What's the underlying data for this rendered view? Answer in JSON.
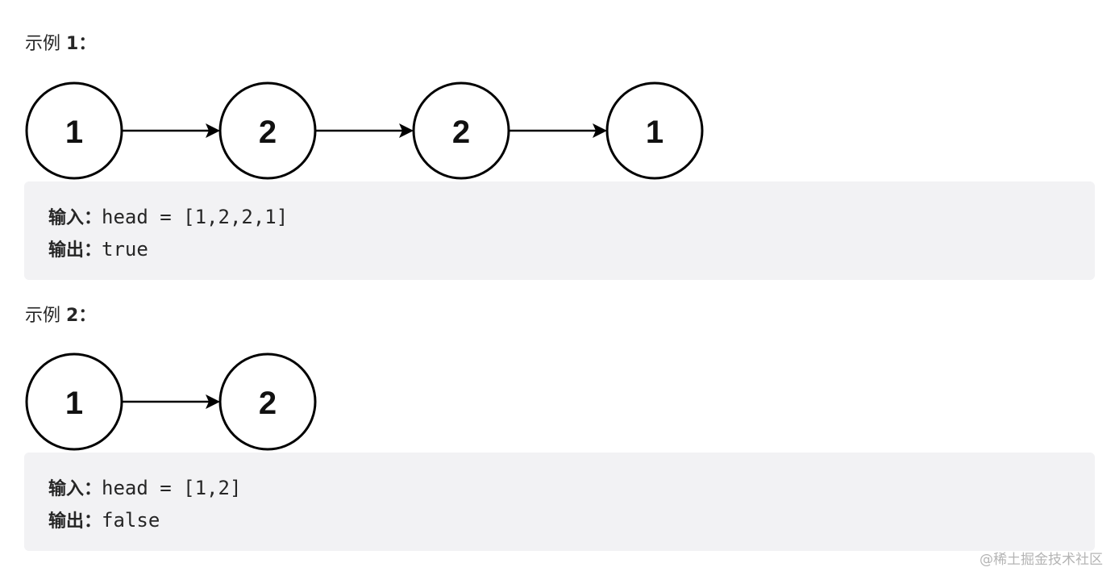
{
  "examples": [
    {
      "heading_text": "示例 ",
      "heading_number": "1：",
      "list": [
        "1",
        "2",
        "2",
        "1"
      ],
      "input_label": "输入：",
      "input_value": "head = [1,2,2,1]",
      "output_label": "输出：",
      "output_value": "true"
    },
    {
      "heading_text": "示例 ",
      "heading_number": "2：",
      "list": [
        "1",
        "2"
      ],
      "input_label": "输入：",
      "input_value": "head = [1,2]",
      "output_label": "输出：",
      "output_value": "false"
    }
  ],
  "watermark": "@稀土掘金技术社区"
}
